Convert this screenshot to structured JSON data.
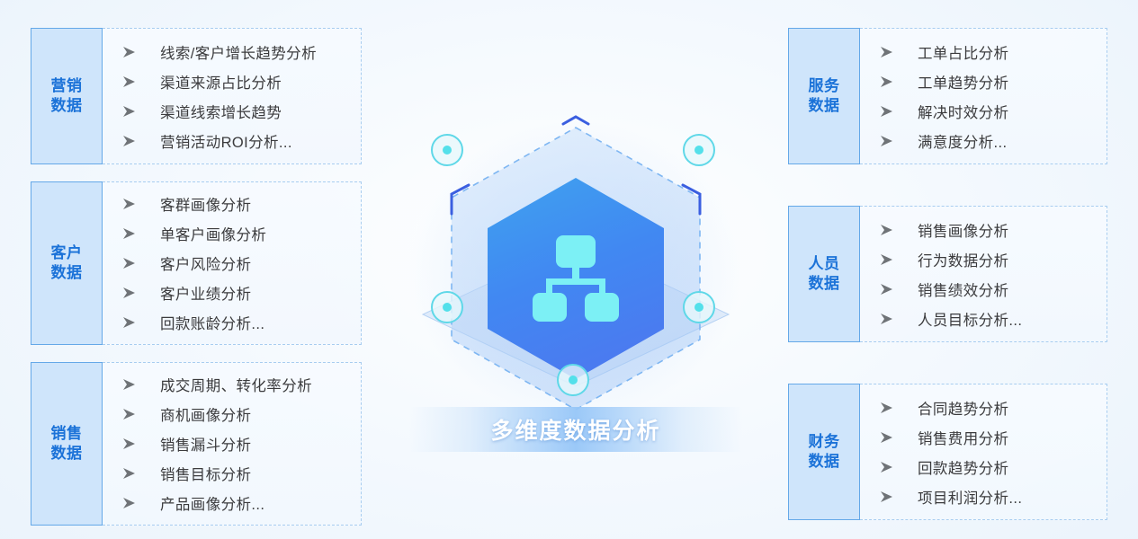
{
  "center": {
    "caption": "多维度数据分析",
    "icon": "hierarchy-icon",
    "node_count": 5,
    "colors": {
      "hex_top": "#3fa2ef",
      "hex_bottom": "#4a7bf0",
      "icon": "#7cf0f5",
      "node_ring": "#5fd8e8",
      "bracket": "#3b5fe0",
      "dashed_outline": "#7eb6f2"
    }
  },
  "banner": {
    "accent": "#96c6f8",
    "text_color": "#ffffff"
  },
  "theme": {
    "label_fill": "#cfe5fb",
    "label_border": "#64a8e8",
    "label_text": "#1b72d8",
    "item_text": "#3b3b3d",
    "dashed_border": "#a8cdf0",
    "background": "#f4f9fe"
  },
  "blocks": [
    {
      "id": "marketing",
      "side": "left",
      "label": "营销\n数据",
      "items": [
        "线索/客户增长趋势分析",
        "渠道来源占比分析",
        "渠道线索增长趋势",
        "营销活动ROI分析..."
      ]
    },
    {
      "id": "customer",
      "side": "left",
      "label": "客户\n数据",
      "items": [
        "客群画像分析",
        "单客户画像分析",
        "客户风险分析",
        "客户业绩分析",
        "回款账龄分析..."
      ]
    },
    {
      "id": "sales",
      "side": "left",
      "label": "销售\n数据",
      "items": [
        "成交周期、转化率分析",
        "商机画像分析",
        "销售漏斗分析",
        "销售目标分析",
        "产品画像分析..."
      ]
    },
    {
      "id": "service",
      "side": "right",
      "label": "服务\n数据",
      "items": [
        "工单占比分析",
        "工单趋势分析",
        "解决时效分析",
        "满意度分析..."
      ]
    },
    {
      "id": "staff",
      "side": "right",
      "label": "人员\n数据",
      "items": [
        "销售画像分析",
        "行为数据分析",
        "销售绩效分析",
        "人员目标分析..."
      ]
    },
    {
      "id": "finance",
      "side": "right",
      "label": "财务\n数据",
      "items": [
        "合同趋势分析",
        "销售费用分析",
        "回款趋势分析",
        "项目利润分析..."
      ]
    }
  ]
}
